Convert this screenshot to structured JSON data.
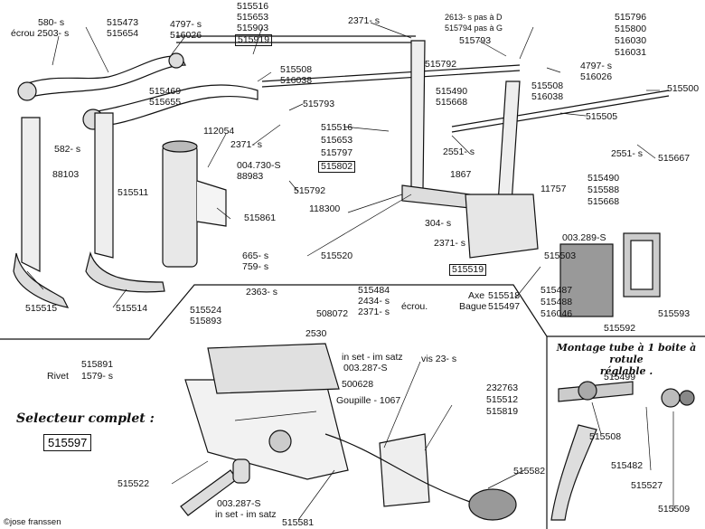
{
  "section_titles": {
    "selector": "Selecteur complet :",
    "selector_part": "515597",
    "montage_line1": "Montage tube à 1 boite à rotule",
    "montage_line2": "réglable ."
  },
  "copyright": "©jose franssen",
  "labels": {
    "l580": "580- s",
    "ecrou2503": "écrou 2503- s",
    "l515473": "515473",
    "l515654": "515654",
    "l4797a": "4797- s",
    "l516026a": "516026",
    "l515516a": "515516",
    "l515653a": "515653",
    "l515903": "515903",
    "l515919": "515919",
    "l2371a": "2371- s",
    "l2613": "2613- s pas à D",
    "l515794": "515794 pas à G",
    "l515793a": "515793",
    "l515792a": "515792",
    "l515796": "515796",
    "l515800": "515800",
    "l516030": "516030",
    "l516031": "516031",
    "l4797b": "4797- s",
    "l516026b": "516026",
    "l515500": "515500",
    "l515508a": "515508",
    "l516038a": "516038",
    "l515469": "515469",
    "l515655": "515655",
    "l515793b": "515793",
    "l515490a": "515490",
    "l515668a": "515668",
    "l515508b": "515508",
    "l516038b": "516038",
    "l515505": "515505",
    "l582": "582- s",
    "l112054": "112054",
    "l2371b": "2371- s",
    "l515516b": "515516",
    "l515653b": "515653",
    "l515797": "515797",
    "l515802": "515802",
    "l2551a": "2551- s",
    "l2551b": "2551- s",
    "l515667": "515667",
    "l88103": "88103",
    "l004730": "004.730-S",
    "l88983": "88983",
    "l515792b": "515792",
    "l1867": "1867",
    "l11757": "11757",
    "l515490b": "515490",
    "l515588": "515588",
    "l515668b": "515668",
    "l515511": "515511",
    "l515861": "515861",
    "l118300": "118300",
    "l304": "304- s",
    "l2371c": "2371- s",
    "l003289": "003.289-S",
    "l665": "665- s",
    "l759": "759- s",
    "l515520": "515520",
    "l515519": "515519",
    "l515503": "515503",
    "l515515": "515515",
    "l515514": "515514",
    "l2363": "2363- s",
    "l515484": "515484",
    "l2434": "2434- s",
    "l2371d": "2371- s",
    "ecrou": "écrou.",
    "l515524": "515524",
    "l515893": "515893",
    "l508072": "508072",
    "axe": "Axe",
    "l515518": "515518",
    "bague": "Bague",
    "l515497": "515497",
    "l515487": "515487",
    "l515488": "515488",
    "l516046": "516046",
    "l515592": "515592",
    "l515593": "515593",
    "l2530": "2530",
    "inset1": "in set - im satz",
    "l003287a": "003.287-S",
    "l500628": "500628",
    "goupille": "Goupille - 1067",
    "l515891": "515891",
    "rivet": "Rivet",
    "l1579": "1579- s",
    "vis23": "vis 23- s",
    "l232763": "232763",
    "l515512": "515512",
    "l515819": "515819",
    "l515499": "515499",
    "l515508c": "515508",
    "l515482": "515482",
    "l515527": "515527",
    "l515509": "515509",
    "l515522": "515522",
    "l515582": "515582",
    "l003287b": "003.287-S",
    "inset2": "in set - im satz",
    "l515581": "515581"
  }
}
